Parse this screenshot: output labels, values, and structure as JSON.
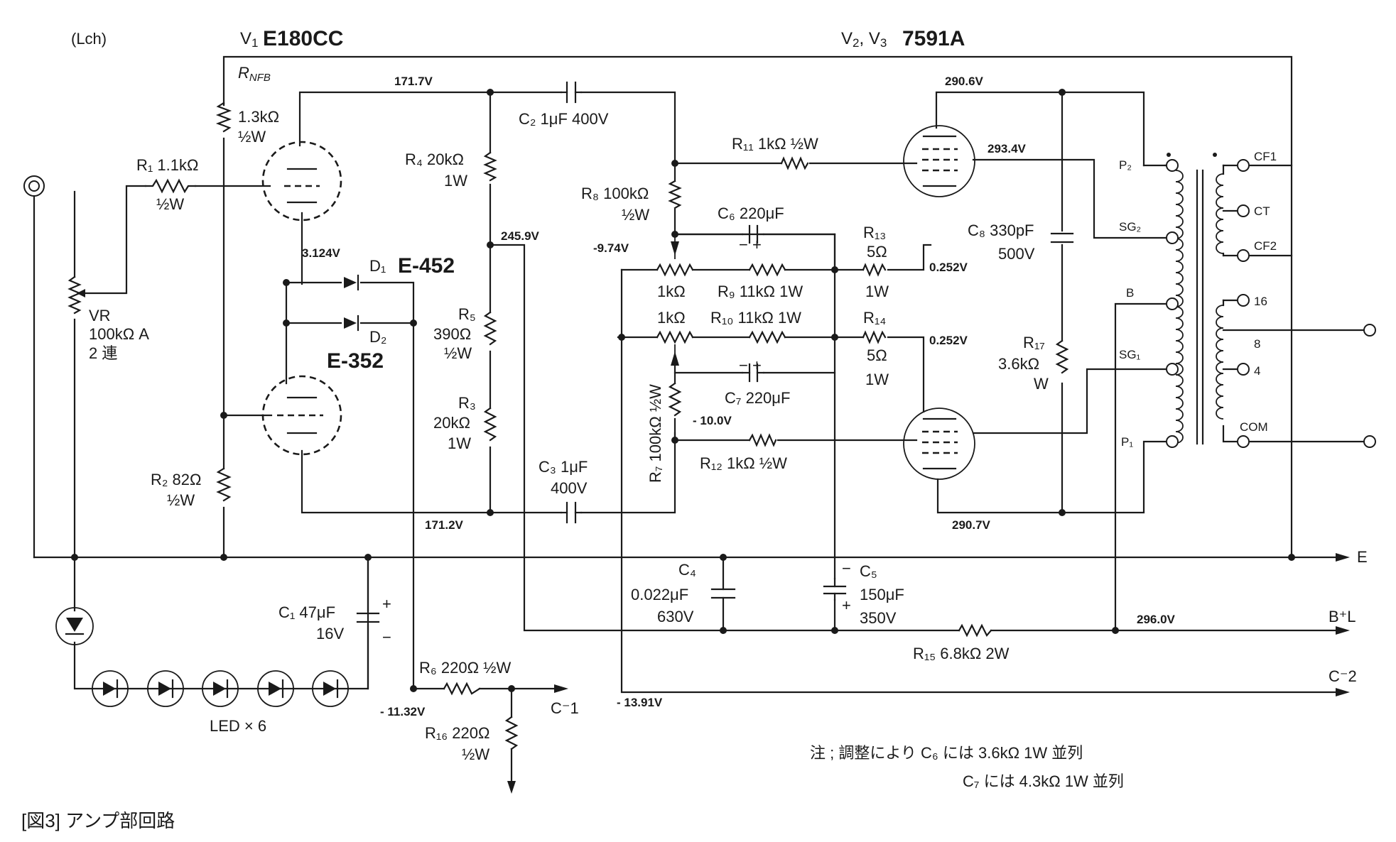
{
  "header": {
    "channel": "(Lch)",
    "v1_label": "V",
    "v1_sub": "1",
    "v1_type": "E180CC",
    "v23_label": "V",
    "v23_sub1": "2",
    "v23_sep": ", V",
    "v23_sub2": "3",
    "v23_type": "7591A"
  },
  "components": {
    "rnfb_name": "R",
    "rnfb_sub": "NFB",
    "rnfb_val": "1.3kΩ",
    "rnfb_w": "½W",
    "r1": "R₁ 1.1kΩ",
    "r1_w": "½W",
    "vr": "VR",
    "vr_val": "100kΩ A",
    "vr_type": "2 連",
    "r2": "R₂ 82Ω",
    "r2_w": "½W",
    "r4": "R₄ 20kΩ",
    "r4_w": "1W",
    "r5": "R₅",
    "r5_val": "390Ω",
    "r5_w": "½W",
    "r3": "R₃",
    "r3_val": "20kΩ",
    "r3_w": "1W",
    "c2": "C₂ 1μF  400V",
    "c3": "C₃ 1μF",
    "c3_v": "400V",
    "d1": "D₁",
    "d1_type": "E-452",
    "d2": "D₂",
    "d2_type": "E-352",
    "r8": "R₈ 100kΩ",
    "r8_w": "½W",
    "r7": "R₇ 100kΩ ½W",
    "c6": "C₆ 220μF",
    "c7": "C₇ 220μF",
    "pot_a": "1kΩ",
    "pot_b": "1kΩ",
    "r9": "R₉ 11kΩ  1W",
    "r10": "R₁₀ 11kΩ  1W",
    "r11": "R₁₁ 1kΩ  ½W",
    "r12": "R₁₂ 1kΩ  ½W",
    "r13": "R₁₃",
    "r13_val": "5Ω",
    "r13_w": "1W",
    "r14": "R₁₄",
    "r14_val": "5Ω",
    "r14_w": "1W",
    "c8": "C₈ 330pF",
    "c8_v": "500V",
    "r17": "R₁₇",
    "r17_val": "3.6kΩ",
    "r17_w": "W",
    "c4": "C₄",
    "c4_val": "0.022μF",
    "c4_v": "630V",
    "c5": "C₅",
    "c5_val": "150μF",
    "c5_v": "350V",
    "r15": "R₁₅ 6.8kΩ  2W",
    "c1": "C₁ 47μF",
    "c1_v": "16V",
    "r6": "R₆ 220Ω  ½W",
    "r16": "R₁₆ 220Ω",
    "r16_w": "½W",
    "led": "LED × 6"
  },
  "voltages": {
    "v_top": "171.7V",
    "v_bot": "171.2V",
    "v_k": "3.124V",
    "v_mid": "245.9V",
    "v_g1": "-9.74V",
    "v_g2": "- 10.0V",
    "v_p2": "290.6V",
    "v_sg2": "293.4V",
    "v_k2": "0.252V",
    "v_k3": "0.252V",
    "v_p1": "290.7V",
    "v_b": "296.0V",
    "v_c1": "- 11.32V",
    "v_c2": "- 13.91V"
  },
  "transformer": {
    "p2": "P₂",
    "sg2": "SG₂",
    "b": "B",
    "sg1": "SG₁",
    "p1": "P₁",
    "cf1": "CF1",
    "ct": "CT",
    "cf2": "CF2",
    "t16": "16",
    "t8": "8",
    "t4": "4",
    "com": "COM"
  },
  "rails": {
    "e": "E",
    "bl": "B⁺L",
    "c2": "C⁻2",
    "c1": "C⁻1"
  },
  "notes": {
    "line1": "注 ; 調整により C₆ には 3.6kΩ 1W 並列",
    "line2": "C₇ には 4.3kΩ 1W 並列"
  },
  "caption": "[図3]  アンプ部回路"
}
